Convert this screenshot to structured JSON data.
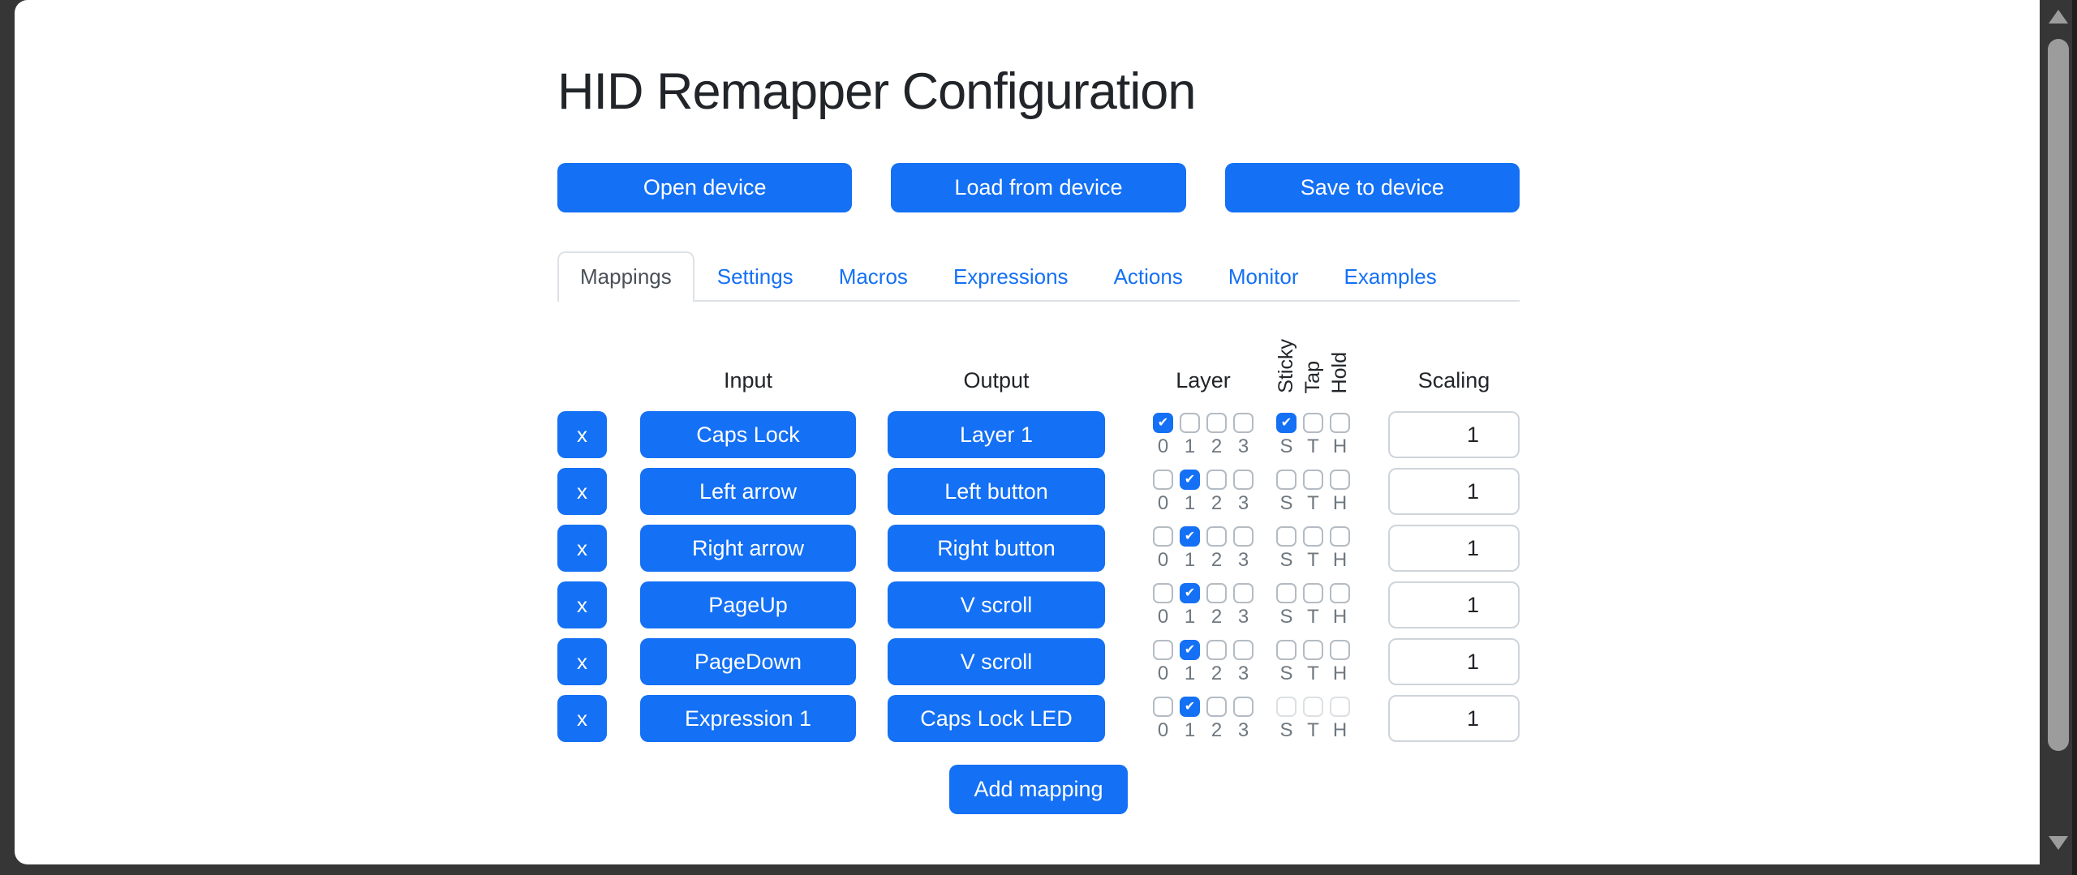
{
  "theme": {
    "accent": "#1470f4",
    "frame_background": "#363636",
    "scrollbar_thumb": "#9c9c9c",
    "border_light": "#dee2e6",
    "input_border": "#ced4da",
    "checkbox_border": "#b4bbc3",
    "text_dark": "#212529",
    "tab_active_text": "#495057",
    "label_gray": "#6f7880"
  },
  "page": {
    "title": "HID Remapper Configuration",
    "device_buttons": [
      {
        "label": "Open device"
      },
      {
        "label": "Load from device"
      },
      {
        "label": "Save to device"
      }
    ],
    "tabs": [
      {
        "label": "Mappings",
        "active": true
      },
      {
        "label": "Settings",
        "active": false
      },
      {
        "label": "Macros",
        "active": false
      },
      {
        "label": "Expressions",
        "active": false
      },
      {
        "label": "Actions",
        "active": false
      },
      {
        "label": "Monitor",
        "active": false
      },
      {
        "label": "Examples",
        "active": false
      }
    ],
    "table": {
      "headers": {
        "input": "Input",
        "output": "Output",
        "layer": "Layer",
        "sticky": "Sticky",
        "tap": "Tap",
        "hold": "Hold",
        "scaling": "Scaling"
      },
      "layer_labels": [
        "0",
        "1",
        "2",
        "3"
      ],
      "flag_labels": [
        "S",
        "T",
        "H"
      ],
      "flag_names": [
        "sticky",
        "tap",
        "hold"
      ],
      "remove_label": "x",
      "rows": [
        {
          "input": "Caps Lock",
          "output": "Layer 1",
          "layers": [
            true,
            false,
            false,
            false
          ],
          "flags": [
            true,
            false,
            false
          ],
          "flags_disabled": false,
          "scaling": "1"
        },
        {
          "input": "Left arrow",
          "output": "Left button",
          "layers": [
            false,
            true,
            false,
            false
          ],
          "flags": [
            false,
            false,
            false
          ],
          "flags_disabled": false,
          "scaling": "1"
        },
        {
          "input": "Right arrow",
          "output": "Right button",
          "layers": [
            false,
            true,
            false,
            false
          ],
          "flags": [
            false,
            false,
            false
          ],
          "flags_disabled": false,
          "scaling": "1"
        },
        {
          "input": "PageUp",
          "output": "V scroll",
          "layers": [
            false,
            true,
            false,
            false
          ],
          "flags": [
            false,
            false,
            false
          ],
          "flags_disabled": false,
          "scaling": "1"
        },
        {
          "input": "PageDown",
          "output": "V scroll",
          "layers": [
            false,
            true,
            false,
            false
          ],
          "flags": [
            false,
            false,
            false
          ],
          "flags_disabled": false,
          "scaling": "1"
        },
        {
          "input": "Expression 1",
          "output": "Caps Lock LED",
          "layers": [
            false,
            true,
            false,
            false
          ],
          "flags": [
            false,
            false,
            false
          ],
          "flags_disabled": true,
          "scaling": "1"
        }
      ]
    },
    "add_mapping_label": "Add mapping"
  }
}
